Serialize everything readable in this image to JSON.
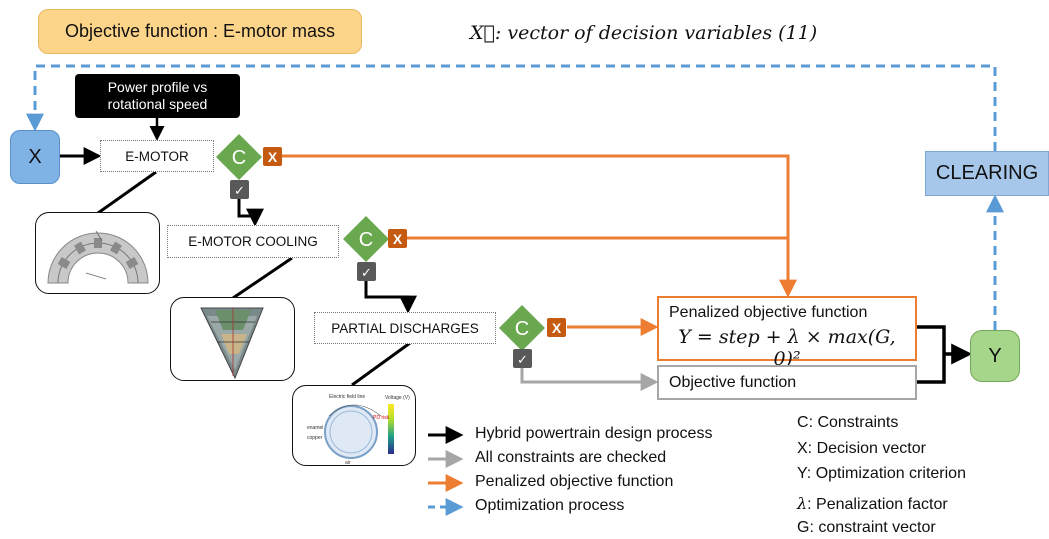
{
  "title": "Objective function : E-motor mass",
  "vector_note": "X⃗: vector of decision variables (11)",
  "power_profile": "Power profile vs rotational speed",
  "x_node": "X",
  "y_node": "Y",
  "clearing": "CLEARING",
  "stages": {
    "emotor": "E-MOTOR",
    "cooling": "E-MOTOR COOLING",
    "partial": "PARTIAL DISCHARGES"
  },
  "constraint_label": "C",
  "fail_mark": "X",
  "pass_mark": "✓",
  "penalized_box": {
    "title": "Penalized objective function",
    "formula": "Y = step + λ × max(G, 0)²"
  },
  "objective_box": "Objective function",
  "legend": [
    {
      "label": "Hybrid powertrain design process",
      "color": "#000000"
    },
    {
      "label": "All constraints are checked",
      "color": "#a6a6a6"
    },
    {
      "label": "Penalized objective function",
      "color": "#ed7d31"
    },
    {
      "label": "Optimization process",
      "color": "#5b9bd5"
    }
  ],
  "definitions": [
    {
      "symbol": "C",
      "text": ": Constraints"
    },
    {
      "symbol": "X",
      "text": ": Decision vector"
    },
    {
      "symbol": "Y",
      "text": ": Optimization criterion"
    },
    {
      "symbol": "λ",
      "text": ": Penalization factor"
    },
    {
      "symbol": "G",
      "text": ": constraint vector"
    }
  ],
  "thumb_labels": {
    "electric_field": "Electric field line",
    "enamel": "enamel",
    "copper": "copper",
    "pd_risk": "PD risk",
    "voltage": "Voltage (V)",
    "air": "air"
  },
  "colors": {
    "orange": "#ed7d31",
    "blue_dashed": "#5b9bd5",
    "gray": "#a6a6a6",
    "diamond_green": "#6aa84f",
    "fail_red": "#c55a11",
    "pass_gray": "#595959"
  }
}
